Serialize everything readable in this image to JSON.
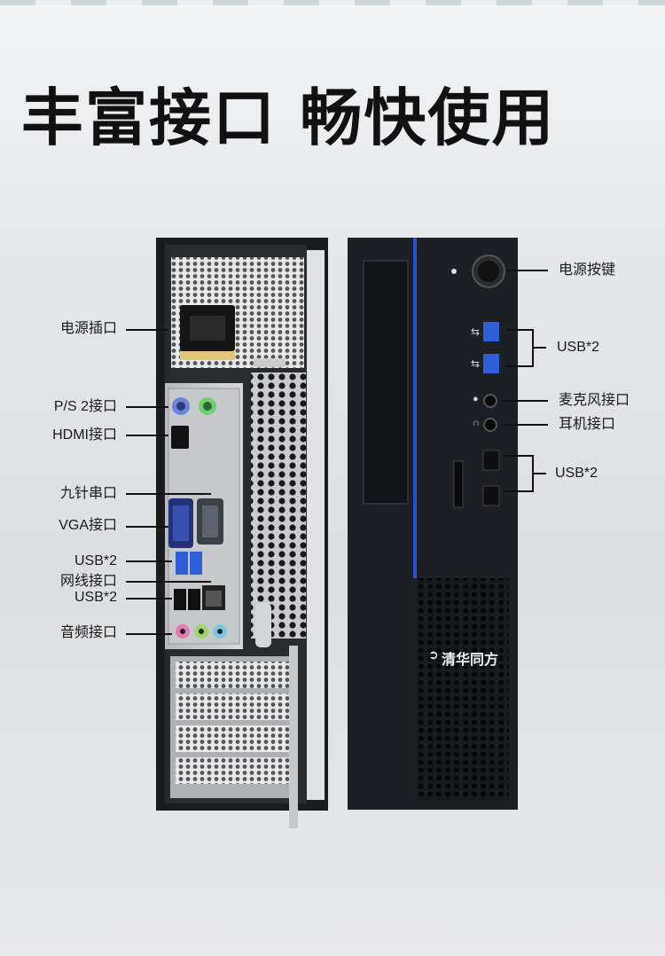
{
  "headline": "丰富接口 畅快使用",
  "brand": "清华同方",
  "left_labels": [
    {
      "id": "power-socket",
      "text": "电源插口"
    },
    {
      "id": "ps2",
      "text": "P/S 2接口"
    },
    {
      "id": "hdmi",
      "text": "HDMI接口"
    },
    {
      "id": "serial",
      "text": "九针串口"
    },
    {
      "id": "vga",
      "text": "VGA接口"
    },
    {
      "id": "usb-rear-1",
      "text": "USB*2"
    },
    {
      "id": "lan",
      "text": "网线接口"
    },
    {
      "id": "usb-rear-2",
      "text": "USB*2"
    },
    {
      "id": "audio",
      "text": "音频接口"
    }
  ],
  "right_labels": [
    {
      "id": "power-button",
      "text": "电源按键"
    },
    {
      "id": "usb-front-1",
      "text": "USB*2"
    },
    {
      "id": "mic",
      "text": "麦克风接口"
    },
    {
      "id": "headphone",
      "text": "耳机接口"
    },
    {
      "id": "usb-front-2",
      "text": "USB*2"
    }
  ],
  "colors": {
    "text": "#111111",
    "case": "#1c1f24",
    "accent": "#2a4fd6"
  },
  "icons": [
    "power-button-icon",
    "usb-icon",
    "mic-icon",
    "headphone-icon",
    "brand-logo-icon"
  ]
}
